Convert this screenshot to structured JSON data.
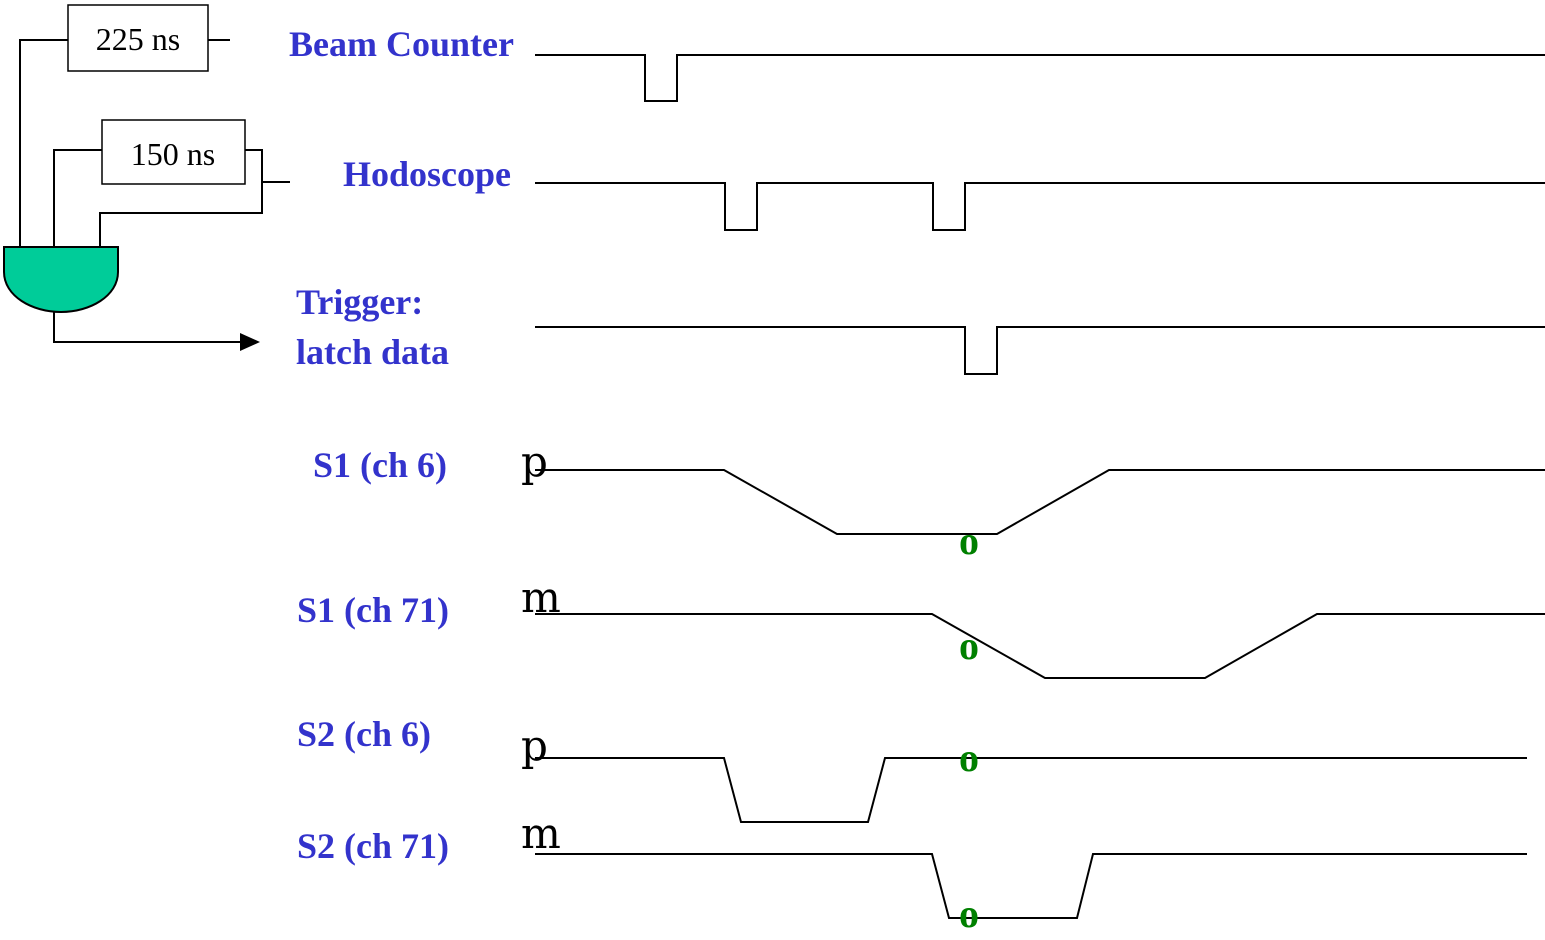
{
  "colors": {
    "label": "#3333CC",
    "gate_fill": "#00CC99",
    "marker": "#008000",
    "line": "#000000"
  },
  "delays": {
    "beam": "225 ns",
    "hodoscope": "150 ns"
  },
  "labels": {
    "beam_counter": "Beam Counter",
    "hodoscope": "Hodoscope",
    "trigger_line1": "Trigger:",
    "trigger_line2": "latch data",
    "s1_ch6": "S1 (ch 6)",
    "s1_ch71": "S1 (ch 71)",
    "s2_ch6": "S2 (ch 6)",
    "s2_ch71": "S2 (ch 71)"
  },
  "symbols": {
    "plus": "p",
    "minus": "m",
    "sample": "o"
  },
  "icons": {
    "gate": "and-gate-icon",
    "arrow": "arrow-right-icon"
  }
}
